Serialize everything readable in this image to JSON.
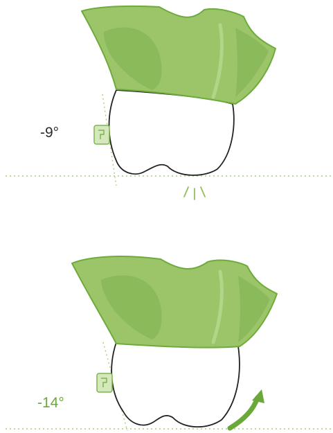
{
  "colors": {
    "gingiva_fill": "#9cc56a",
    "gingiva_stroke": "#6dab3a",
    "gingiva_shade": "#86b656",
    "gingiva_highlight": "#b4d88c",
    "tooth_fill": "#ffffff",
    "tooth_stroke": "#222222",
    "bracket_fill": "#d4e8bc",
    "bracket_stroke": "#7fb350",
    "guide_line": "#a8cc82",
    "arrow": "#6aa83a",
    "label_dark": "#2a2a2a",
    "label_green": "#6aa83a"
  },
  "panels": [
    {
      "id": "top",
      "angle_label": "-9°",
      "label_color": "label_dark",
      "indicator": "contact-ticks"
    },
    {
      "id": "bottom",
      "angle_label": "-14°",
      "label_color": "label_green",
      "indicator": "rotation-arrow"
    }
  ]
}
